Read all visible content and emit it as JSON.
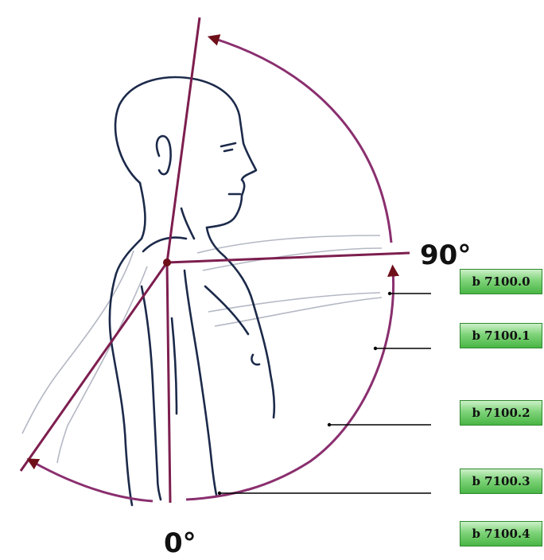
{
  "diagram": {
    "angle_labels": {
      "ninety": "90°",
      "zero": "0°"
    },
    "codes": [
      {
        "label": "b 7100.0"
      },
      {
        "label": "b 7100.1"
      },
      {
        "label": "b 7100.2"
      },
      {
        "label": "b 7100.3"
      },
      {
        "label": "b 7100.4"
      }
    ],
    "colors": {
      "axis_line": "#7d1e4f",
      "arc": "#8a2f6f",
      "arrowhead": "#6e0f1a",
      "figure_outline": "#1c2a4a",
      "arm_ghost": "#b4b8c4",
      "badge_green": "#5fc45a",
      "leader_line": "#000000"
    }
  }
}
